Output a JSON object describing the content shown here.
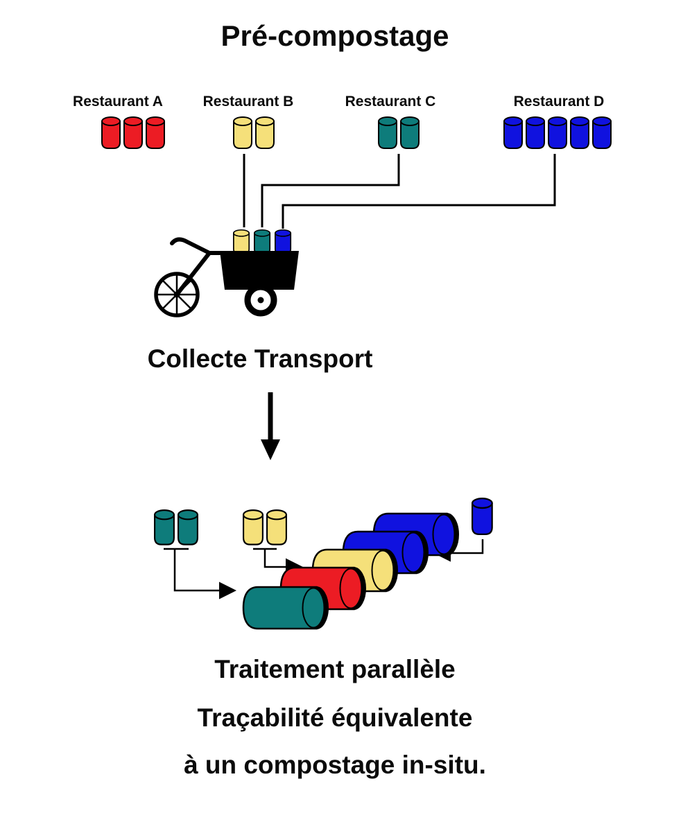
{
  "title": "Pré-compostage",
  "colors": {
    "red": "#EC1C24",
    "yellow": "#F5E07A",
    "teal": "#0E7C7B",
    "blue": "#1012DF",
    "outline": "#000000",
    "background": "#FFFFFF"
  },
  "restaurants": [
    {
      "name": "Restaurant A",
      "color": "red",
      "bins": 3
    },
    {
      "name": "Restaurant B",
      "color": "yellow",
      "bins": 2
    },
    {
      "name": "Restaurant C",
      "color": "teal",
      "bins": 2
    },
    {
      "name": "Restaurant D",
      "color": "blue",
      "bins": 5
    }
  ],
  "collect_label": "Collecte Transport",
  "treatment": {
    "bins": [
      {
        "color": "teal",
        "count": 2
      },
      {
        "color": "yellow",
        "count": 2
      },
      {
        "color": "blue",
        "count": 1
      }
    ],
    "drums": [
      "teal",
      "red",
      "yellow",
      "blue",
      "blue"
    ]
  },
  "captions": {
    "line1": "Traitement parallèle",
    "line2": "Traçabilité équivalente",
    "line3": "à un compostage in-situ."
  }
}
